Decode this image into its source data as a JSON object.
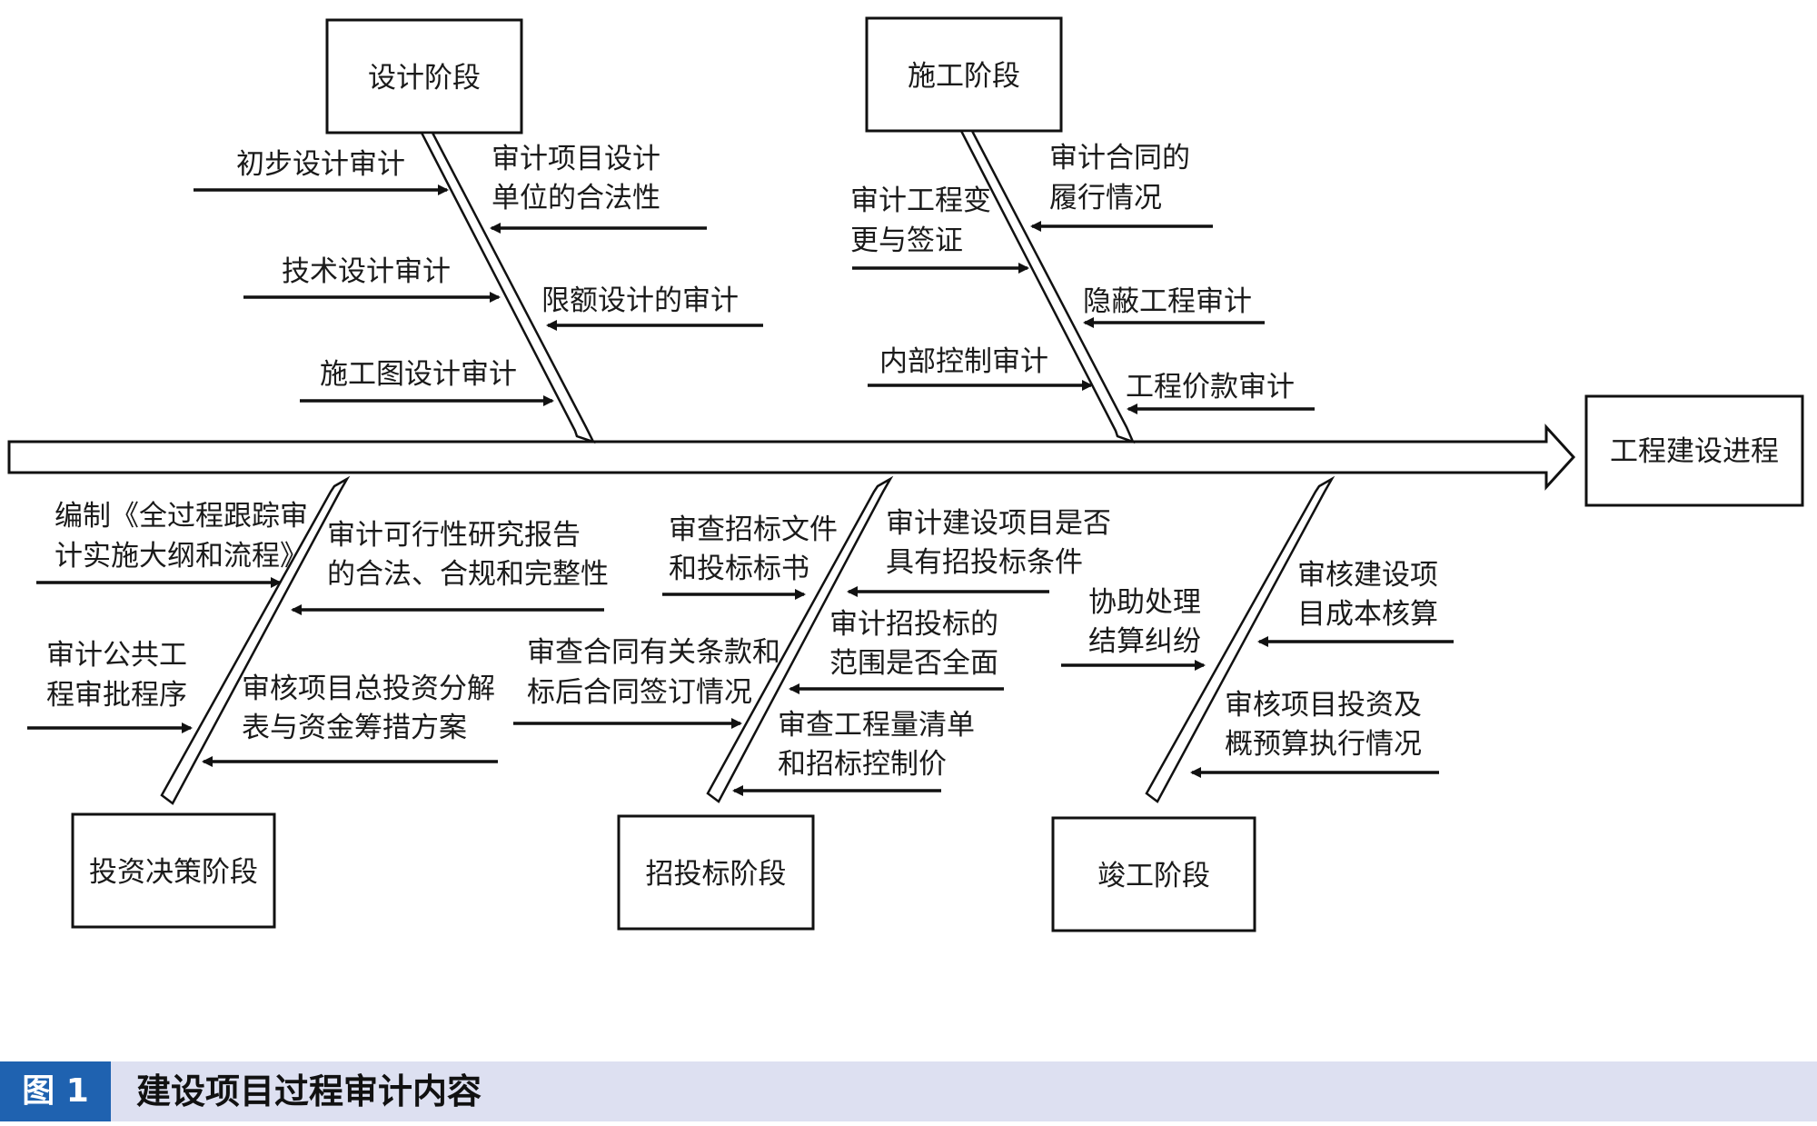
{
  "stages": {
    "design": "设计阶段",
    "construction": "施工阶段",
    "investment": "投资决策阶段",
    "bidding": "招投标阶段",
    "completion": "竣工阶段",
    "process": "工程建设进程"
  },
  "items": {
    "d1": "初步设计审计",
    "d2a": "审计项目设计",
    "d2b": "单位的合法性",
    "d3": "技术设计审计",
    "d4": "限额设计的审计",
    "d5": "施工图设计审计",
    "c1a": "审计合同的",
    "c1b": "履行情况",
    "c2a": "审计工程变",
    "c2b": "更与签证",
    "c3": "隐蔽工程审计",
    "c4": "内部控制审计",
    "c5": "工程价款审计",
    "i1a": "编制《全过程跟踪审",
    "i1b": "计实施大纲和流程》",
    "i2a": "审计可行性研究报告",
    "i2b": "的合法、合规和完整性",
    "i3a": "审计公共工",
    "i3b": "程审批程序",
    "i4a": "审核项目总投资分解",
    "i4b": "表与资金筹措方案",
    "b1a": "审查招标文件",
    "b1b": "和投标标书",
    "b2a": "审计建设项目是否",
    "b2b": "具有招投标条件",
    "b3a": "审查合同有关条款和",
    "b3b": "标后合同签订情况",
    "b4a": "审计招投标的",
    "b4b": "范围是否全面",
    "b5a": "审查工程量清单",
    "b5b": "和招标控制价",
    "e1a": "协助处理",
    "e1b": "结算纠纷",
    "e2a": "审核建设项",
    "e2b": "目成本核算",
    "e3a": "审核项目投资及",
    "e3b": "概预算执行情况"
  },
  "caption": {
    "tag": "图 1",
    "title": "建设项目过程审计内容"
  }
}
